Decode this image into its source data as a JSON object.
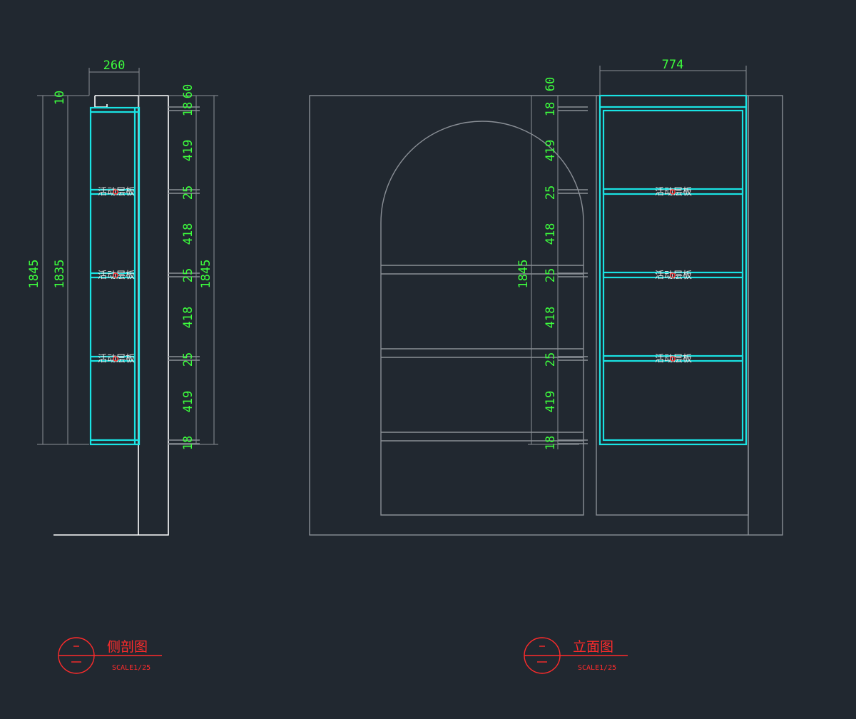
{
  "side_view": {
    "top_dim": "260",
    "outer_height": "1845",
    "inner_height": "1835",
    "top_gap": "10",
    "right_height": "1845",
    "segments": [
      "60",
      "18",
      "419",
      "25",
      "418",
      "25",
      "418",
      "25",
      "419",
      "18"
    ],
    "shelf_labels": [
      "活动层板",
      "活动层板",
      "活动层板"
    ],
    "title": "侧剖图",
    "scale": "SCALE1/25"
  },
  "front_view": {
    "top_dim": "774",
    "height": "1845",
    "segments": [
      "60",
      "18",
      "419",
      "25",
      "418",
      "25",
      "418",
      "25",
      "419",
      "18"
    ],
    "shelf_labels": [
      "活动层板",
      "活动层板",
      "活动层板"
    ],
    "title": "立面图",
    "scale": "SCALE1/25"
  },
  "colors": {
    "background": "#212830",
    "dimension": "#3dff3d",
    "cabinet": "#19e3e3",
    "title": "#ff2b2b",
    "line": "#8a8f96"
  }
}
